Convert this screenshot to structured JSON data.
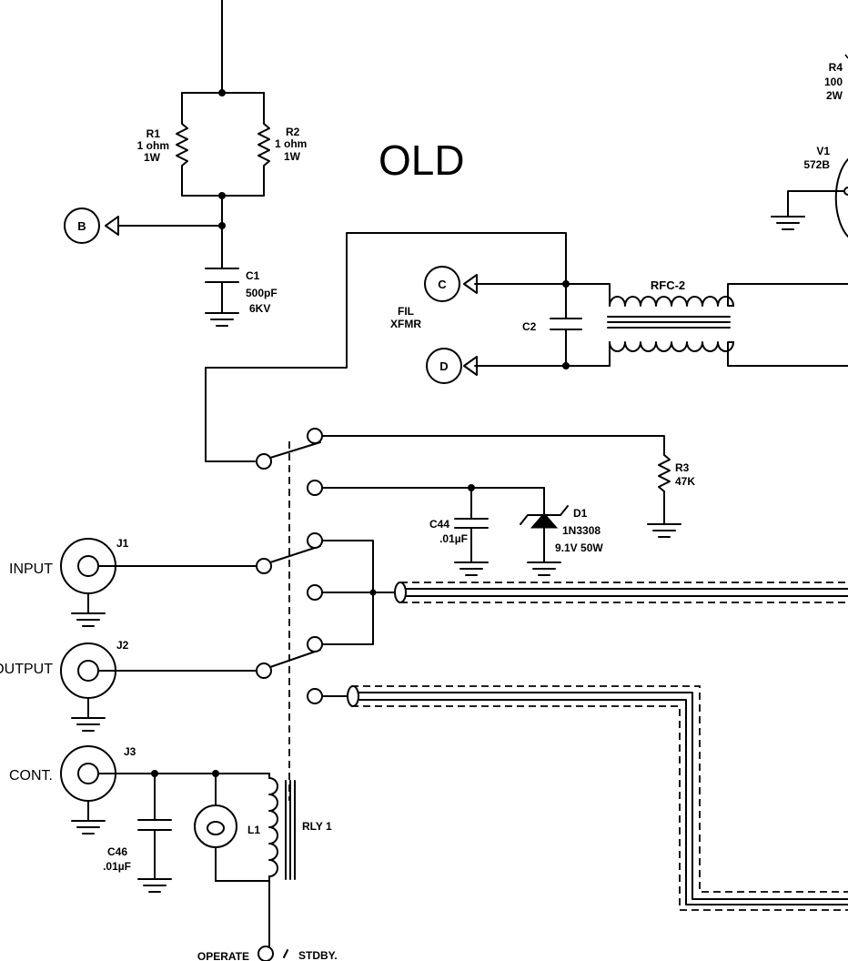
{
  "title": "OLD",
  "labels": {
    "r1": [
      "R1",
      "1 ohm",
      "1W"
    ],
    "r2": [
      "R2",
      "1 ohm",
      "1W"
    ],
    "r3": [
      "R3",
      "47K"
    ],
    "r4": [
      "R4",
      "100",
      "2W"
    ],
    "c1": [
      "C1",
      "500pF",
      "6KV"
    ],
    "c2": "C2",
    "c44": [
      "C44",
      ".01µF"
    ],
    "c46": [
      "C46",
      ".01µF"
    ],
    "d1": [
      "D1",
      "1N3308",
      "9.1V 50W"
    ],
    "v1": [
      "V1",
      "572B"
    ],
    "rfc2": "RFC-2",
    "fil_xfmr": [
      "FIL",
      "XFMR"
    ],
    "j1": "J1",
    "j2": "J2",
    "j3": "J3",
    "l1": "L1",
    "rly1": "RLY 1",
    "input": "INPUT",
    "output": "OUTPUT",
    "cont": "CONT.",
    "operate": "OPERATE",
    "stdby": "STDBY.",
    "tag_b": "B",
    "tag_c": "C",
    "tag_d": "D"
  },
  "colors": {
    "ink": "#000000",
    "paper": "#ffffff"
  }
}
